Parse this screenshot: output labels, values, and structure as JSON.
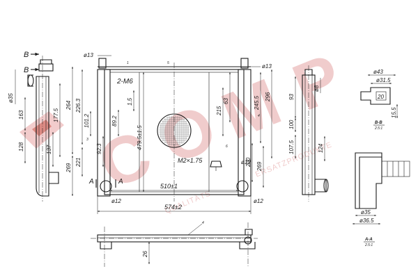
{
  "watermark": {
    "logo_letters": [
      "C",
      "O",
      "M",
      "P"
    ],
    "tagline_left": "QUALITÄTS",
    "tagline_right": "ERSATZPRODUKTE",
    "color": "#e8a3a3",
    "accent_color": "#c0392b"
  },
  "section_marks": {
    "b_upper": "B",
    "b_lower": "B",
    "a_left": "A",
    "a_right": "A"
  },
  "front_view": {
    "inlet_dia": "ø13",
    "outlet_dia": "ø13",
    "thread_note": "2-M6",
    "drain_thread": "M2×1.75",
    "dims": {
      "d264": "264",
      "d226_3": "226.3",
      "d101_2": "101.2",
      "d89_2": "89.2",
      "d1_5": "1.5",
      "d479": "479.5±1.5",
      "d92_3": "92.3",
      "d221": "221",
      "d269_left": "269",
      "d215": "215",
      "d245_5": "245.5",
      "d296": "296",
      "d63": "63",
      "d230": "230",
      "d269_right": "269",
      "d510": "510±1",
      "d574": "574±2",
      "d12_left": "ø12",
      "d12_right": "ø12",
      "d12_mid": "ø12"
    },
    "callouts": {
      "c1": "1",
      "c3": "3",
      "c4": "4",
      "c5": "5",
      "c6": "6"
    }
  },
  "left_view": {
    "dia35": "ø35",
    "d163": "163",
    "d177_5": "177.5",
    "d128": "128",
    "d137": "137"
  },
  "right_view": {
    "d8": "ø8",
    "d93": "93",
    "d100": "100",
    "d107_5": "107.5",
    "d124": "124"
  },
  "detail_b": {
    "title": "B-B",
    "scale": "2.5:1",
    "d43": "ø43",
    "d31_5": "ø31.5",
    "d20": "20",
    "d15_5": "15.5"
  },
  "detail_a": {
    "title": "A-A",
    "scale": "2.5:1",
    "d35": "ø35",
    "d36_5": "ø36.5"
  },
  "bottom_view": {
    "d26": "26",
    "callout": "4"
  }
}
